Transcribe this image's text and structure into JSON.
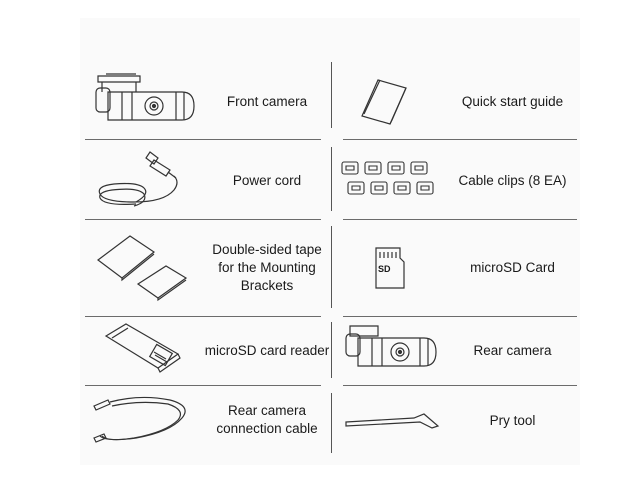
{
  "items": [
    {
      "label": "Front camera",
      "icon": "front-camera-icon"
    },
    {
      "label": "Quick start guide",
      "icon": "quick-start-guide-icon"
    },
    {
      "label": "Power cord",
      "icon": "power-cord-icon"
    },
    {
      "label": "Cable clips (8 EA)",
      "icon": "cable-clips-icon"
    },
    {
      "label": "Double-sided tape\nfor the Mounting\nBrackets",
      "icon": "double-sided-tape-icon"
    },
    {
      "label": "microSD Card",
      "icon": "microsd-card-icon"
    },
    {
      "label": "microSD card reader",
      "icon": "microsd-card-reader-icon"
    },
    {
      "label": "Rear camera",
      "icon": "rear-camera-icon"
    },
    {
      "label": "Rear camera\nconnection cable",
      "icon": "rear-camera-cable-icon"
    },
    {
      "label": "Pry tool",
      "icon": "pry-tool-icon"
    }
  ],
  "microsd_card_text": "SD",
  "colors": {
    "line": "#6b6b6b",
    "ink": "#333333",
    "panel": "#fafafa"
  }
}
